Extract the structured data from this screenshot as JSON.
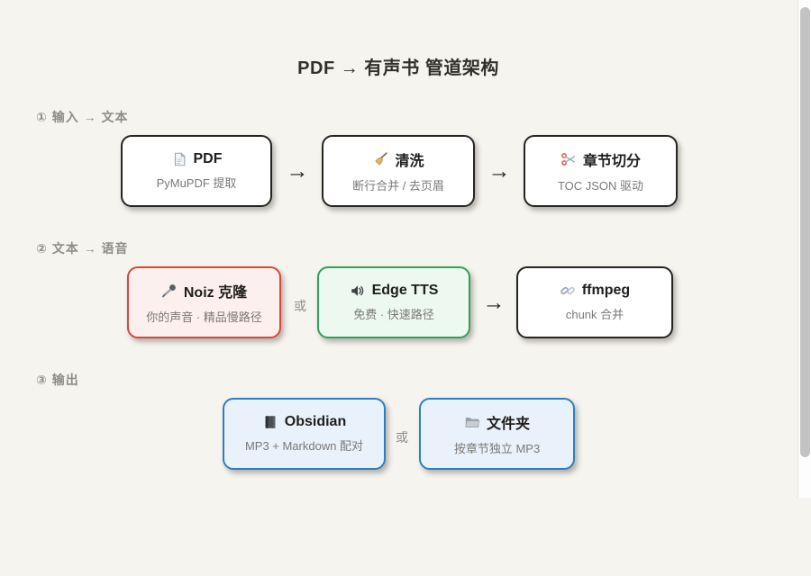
{
  "page": {
    "title": "PDF → 有声书 管道架构"
  },
  "connectors": {
    "arrow": "→",
    "or": "或"
  },
  "colors": {
    "page_background": "#f6f4ef",
    "node_border_default": "#26241f",
    "node_background_default": "#ffffff",
    "noiz_border": "#d9483b",
    "noiz_background": "#fcf0ee",
    "edge_tts_border": "#2ca25b",
    "edge_tts_background": "#edf8f1",
    "output_border": "#2d7fc1",
    "output_background": "#e9f1fa",
    "arrow_color": "#26241f",
    "section_label_color": "#8f8d89"
  },
  "sections": [
    {
      "label": "① 输入 → 文本",
      "nodes": [
        {
          "icon": "page-icon",
          "title": "PDF",
          "subtitle": "PyMuPDF 提取",
          "variant": "default"
        },
        {
          "icon": "broom-icon",
          "title": "清洗",
          "subtitle": "断行合并 / 去页眉",
          "variant": "default"
        },
        {
          "icon": "scissors-icon",
          "title": "章节切分",
          "subtitle": "TOC JSON 驱动",
          "variant": "default"
        }
      ]
    },
    {
      "label": "② 文本 → 语音",
      "nodes": [
        {
          "icon": "microphone-icon",
          "title": "Noiz 克隆",
          "subtitle": "你的声音 · 精品慢路径",
          "variant": "red"
        },
        {
          "icon": "speaker-icon",
          "title": "Edge TTS",
          "subtitle": "免费 · 快速路径",
          "variant": "green"
        },
        {
          "icon": "link-icon",
          "title": "ffmpeg",
          "subtitle": "chunk 合并",
          "variant": "default"
        }
      ]
    },
    {
      "label": "③ 输出",
      "nodes": [
        {
          "icon": "notebook-icon",
          "title": "Obsidian",
          "subtitle": "MP3 + Markdown 配对",
          "variant": "blue"
        },
        {
          "icon": "folder-icon",
          "title": "文件夹",
          "subtitle": "按章节独立 MP3",
          "variant": "blue"
        }
      ]
    }
  ]
}
